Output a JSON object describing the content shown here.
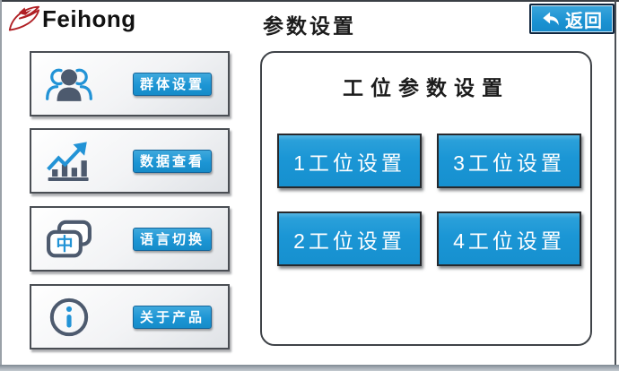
{
  "header": {
    "brand": "Feihong",
    "title": "参数设置",
    "back_button": {
      "label": "返回",
      "icon": "back-arrow-icon"
    }
  },
  "sidebar": {
    "lang_glyph": "中",
    "items": [
      {
        "icon": "group-icon",
        "label": "群体设置"
      },
      {
        "icon": "bar-chart-icon",
        "label": "数据查看"
      },
      {
        "icon": "language-icon",
        "label": "语言切换"
      },
      {
        "icon": "info-icon",
        "label": "关于产品"
      }
    ]
  },
  "main": {
    "panel_title": "工位参数设置",
    "station_buttons": [
      {
        "label": "1工位设置"
      },
      {
        "label": "3工位设置"
      },
      {
        "label": "2工位设置"
      },
      {
        "label": "4工位设置"
      }
    ]
  },
  "colors": {
    "accent_blue": "#1b98d8",
    "icon_dark": "#4d5a6e",
    "icon_blue": "#2293d6",
    "logo_red": "#b01f24",
    "bezel_gray": "#8a939c"
  }
}
